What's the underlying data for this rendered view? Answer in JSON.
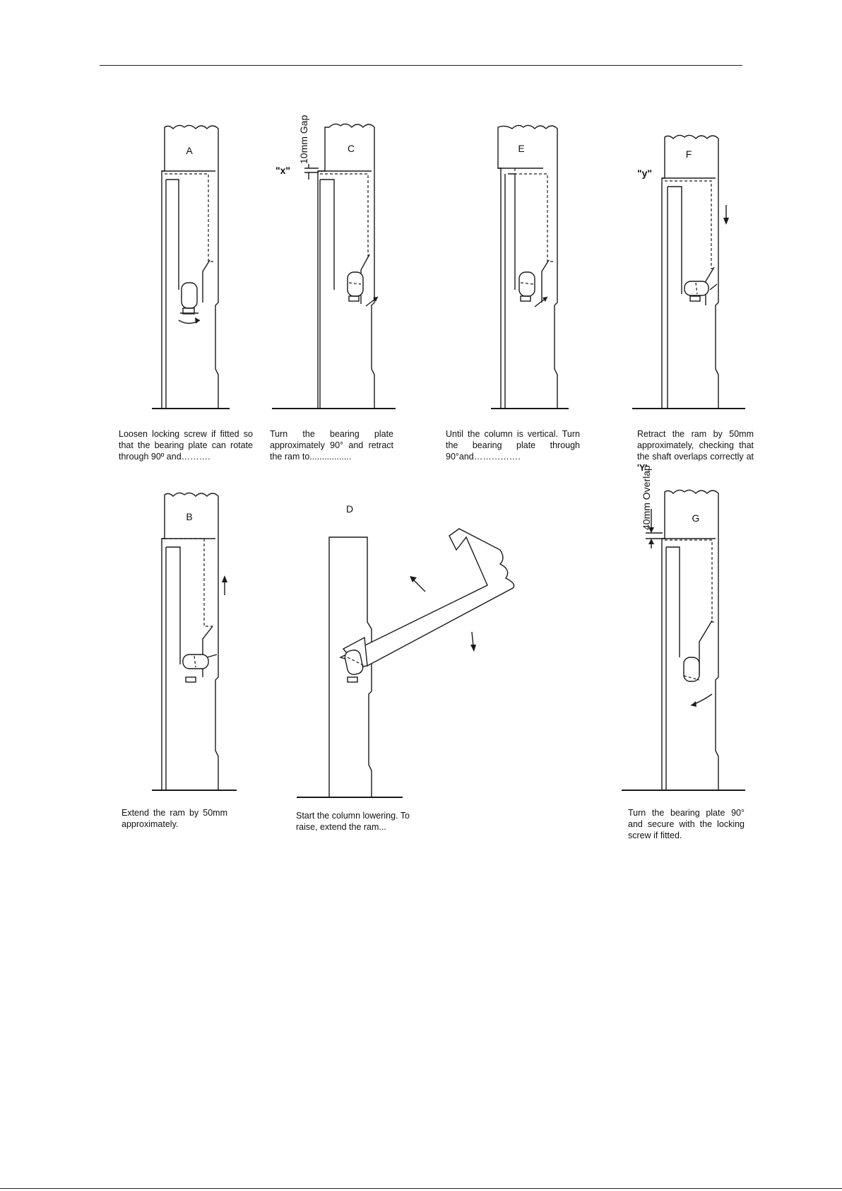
{
  "panels": {
    "A": {
      "letter": "A",
      "caption": "Loosen locking screw if fitted so that the bearing plate can rotate through 90º and………."
    },
    "C": {
      "letter": "C",
      "caption": "Turn the bearing plate approximately 90° and retract the ram to.................",
      "gap_label": "10mm Gap",
      "marker": "\"x\""
    },
    "E": {
      "letter": "E",
      "caption": "Until the column is vertical. Turn the bearing plate through 90°and……………."
    },
    "F": {
      "letter": "F",
      "caption_pre": "Retract the ram by 50mm approximately, checking that the shaft overlaps correctly at ",
      "caption_bold": "'Y'",
      "caption_post": ".",
      "marker": "\"y\""
    },
    "B": {
      "letter": "B",
      "caption": "Extend the ram by 50mm approximately."
    },
    "D": {
      "letter": "D",
      "caption": "Start the column lowering. To raise, extend the ram..."
    },
    "G": {
      "letter": "G",
      "caption": "Turn the bearing plate 90° and secure with the locking screw if fitted.",
      "overlap_label": "40mm Overlap"
    }
  }
}
